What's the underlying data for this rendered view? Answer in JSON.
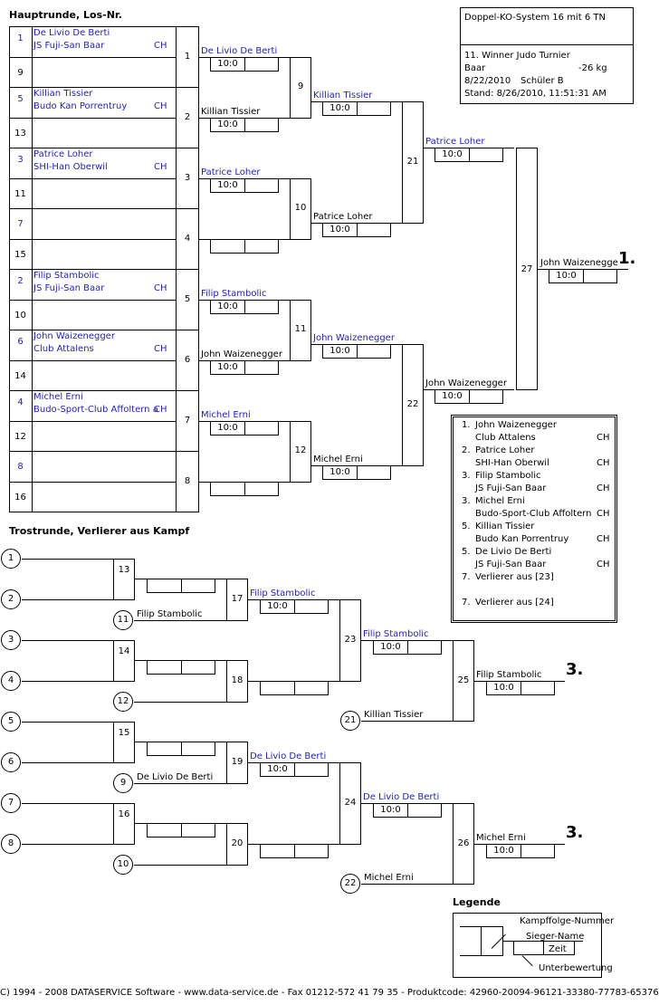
{
  "info": {
    "system": "Doppel-KO-System 16 mit 6 TN",
    "tournament": "11. Winner Judo Turnier",
    "location": "Baar",
    "weight": "-26 kg",
    "date": "8/22/2010",
    "category": "Schüler B",
    "status": "Stand: 8/26/2010, 11:51:31 AM"
  },
  "main": {
    "title": "Hauptrunde, Los-Nr.",
    "draw": [
      {
        "lot": "1",
        "name": "De Livio De Berti",
        "club": "JS Fuji-San Baar",
        "nation": "CH",
        "blue": true
      },
      {
        "lot": "9",
        "name": "",
        "club": "",
        "nation": "",
        "blue": false
      },
      {
        "lot": "5",
        "name": "Killian Tissier",
        "club": "Budo Kan Porrentruy",
        "nation": "CH",
        "blue": true
      },
      {
        "lot": "13",
        "name": "",
        "club": "",
        "nation": "",
        "blue": false
      },
      {
        "lot": "3",
        "name": "Patrice Loher",
        "club": "SHI-Han Oberwil",
        "nation": "CH",
        "blue": true
      },
      {
        "lot": "11",
        "name": "",
        "club": "",
        "nation": "",
        "blue": false
      },
      {
        "lot": "7",
        "name": "",
        "club": "",
        "nation": "",
        "blue": true
      },
      {
        "lot": "15",
        "name": "",
        "club": "",
        "nation": "",
        "blue": false
      },
      {
        "lot": "2",
        "name": "Filip Stambolic",
        "club": "JS Fuji-San Baar",
        "nation": "CH",
        "blue": true
      },
      {
        "lot": "10",
        "name": "",
        "club": "",
        "nation": "",
        "blue": false
      },
      {
        "lot": "6",
        "name": "John Waizenegger",
        "club": "Club Attalens",
        "nation": "CH",
        "blue": true
      },
      {
        "lot": "14",
        "name": "",
        "club": "",
        "nation": "",
        "blue": false
      },
      {
        "lot": "4",
        "name": "Michel Erni",
        "club": "Budo-Sport-Club Affoltern a",
        "nation": "CH",
        "blue": true
      },
      {
        "lot": "12",
        "name": "",
        "club": "",
        "nation": "",
        "blue": false
      },
      {
        "lot": "8",
        "name": "",
        "club": "",
        "nation": "",
        "blue": true
      },
      {
        "lot": "16",
        "name": "",
        "club": "",
        "nation": "",
        "blue": false
      }
    ],
    "round1": [
      {
        "fight": "1",
        "top": "De Livio De Berti",
        "top_score": "10:0",
        "bottom": "",
        "bottom_score": ""
      },
      {
        "fight": "2",
        "top": "Killian Tissier",
        "top_score": "10:0",
        "bottom": "",
        "bottom_score": ""
      },
      {
        "fight": "3",
        "top": "Patrice Loher",
        "top_score": "10:0",
        "bottom": "",
        "bottom_score": ""
      },
      {
        "fight": "4",
        "top": "",
        "top_score": "",
        "bottom": "",
        "bottom_score": ""
      },
      {
        "fight": "5",
        "top": "Filip Stambolic",
        "top_score": "10:0",
        "bottom": "",
        "bottom_score": ""
      },
      {
        "fight": "6",
        "top": "John Waizenegger",
        "top_score": "10:0",
        "bottom": "",
        "bottom_score": ""
      },
      {
        "fight": "7",
        "top": "Michel Erni",
        "top_score": "10:0",
        "bottom": "",
        "bottom_score": ""
      },
      {
        "fight": "8",
        "top": "",
        "top_score": "",
        "bottom": "",
        "bottom_score": ""
      }
    ],
    "round2": [
      {
        "fight": "9",
        "winner": "Killian Tissier",
        "score": "10:0"
      },
      {
        "fight": "10",
        "winner": "Patrice Loher",
        "score": "10:0"
      },
      {
        "fight": "11",
        "winner": "John Waizenegger",
        "score": "10:0"
      },
      {
        "fight": "12",
        "winner": "Michel Erni",
        "score": "10:0"
      }
    ],
    "round3": [
      {
        "fight": "21",
        "winner": "Patrice Loher",
        "score": "10:0"
      },
      {
        "fight": "22",
        "winner": "John Waizenegger",
        "score": "10:0"
      }
    ],
    "final": {
      "fight": "27",
      "winner": "John Waizenegge",
      "score": "10:0",
      "place": "1."
    }
  },
  "ranking": [
    {
      "rank": "1.",
      "name": "John Waizenegger",
      "club": "Club Attalens",
      "nation": "CH"
    },
    {
      "rank": "2.",
      "name": "Patrice Loher",
      "club": "SHI-Han Oberwil",
      "nation": "CH"
    },
    {
      "rank": "3.",
      "name": "Filip Stambolic",
      "club": "JS Fuji-San Baar",
      "nation": "CH"
    },
    {
      "rank": "3.",
      "name": "Michel Erni",
      "club": "Budo-Sport-Club Affoltern",
      "nation": "CH"
    },
    {
      "rank": "5.",
      "name": "Killian Tissier",
      "club": "Budo Kan Porrentruy",
      "nation": "CH"
    },
    {
      "rank": "5.",
      "name": "De Livio De Berti",
      "club": "JS Fuji-San Baar",
      "nation": "CH"
    },
    {
      "rank": "7.",
      "name": "Verlierer aus [23]",
      "club": "",
      "nation": ""
    },
    {
      "rank": "7.",
      "name": "Verlierer aus [24]",
      "club": "",
      "nation": ""
    }
  ],
  "repechage": {
    "title": "Trostrunde, Verlierer aus Kampf",
    "inputs": [
      "1",
      "2",
      "3",
      "4",
      "5",
      "6",
      "7",
      "8"
    ],
    "r1": [
      {
        "fight": "13",
        "score": ""
      },
      {
        "fight": "14",
        "score": ""
      },
      {
        "fight": "15",
        "score": ""
      },
      {
        "fight": "16",
        "score": ""
      }
    ],
    "r2": [
      {
        "fight": "17",
        "from": "11",
        "from_name": "Filip Stambolic",
        "winner": "Filip Stambolic",
        "score": "10:0"
      },
      {
        "fight": "18",
        "from": "12",
        "from_name": "",
        "winner": "",
        "score": ""
      },
      {
        "fight": "19",
        "from": "9",
        "from_name": "De Livio De Berti",
        "winner": "De Livio De Berti",
        "score": "10:0"
      },
      {
        "fight": "20",
        "from": "10",
        "from_name": "",
        "winner": "",
        "score": ""
      }
    ],
    "r3": [
      {
        "fight": "23",
        "winner": "Filip Stambolic",
        "score": "10:0"
      },
      {
        "fight": "24",
        "winner": "De Livio De Berti",
        "score": "10:0"
      }
    ],
    "r4": [
      {
        "fight": "25",
        "from": "21",
        "from_name": "Killian Tissier",
        "winner": "Filip Stambolic",
        "score": "10:0",
        "place": "3."
      },
      {
        "fight": "26",
        "from": "22",
        "from_name": "Michel Erni",
        "winner": "Michel Erni",
        "score": "10:0",
        "place": "3."
      }
    ]
  },
  "legend": {
    "title": "Legende",
    "fight_number": "Kampffolge-Nummer",
    "winner_name": "Sieger-Name",
    "time": "Zeit",
    "sub_score": "Unterbewertung"
  },
  "footer": "C) 1994 - 2008 DATASERVICE Software - www.data-service.de - Fax 01212-572 41 79 35 - Produktcode: 42960-20094-96121-33380-77783-65376"
}
